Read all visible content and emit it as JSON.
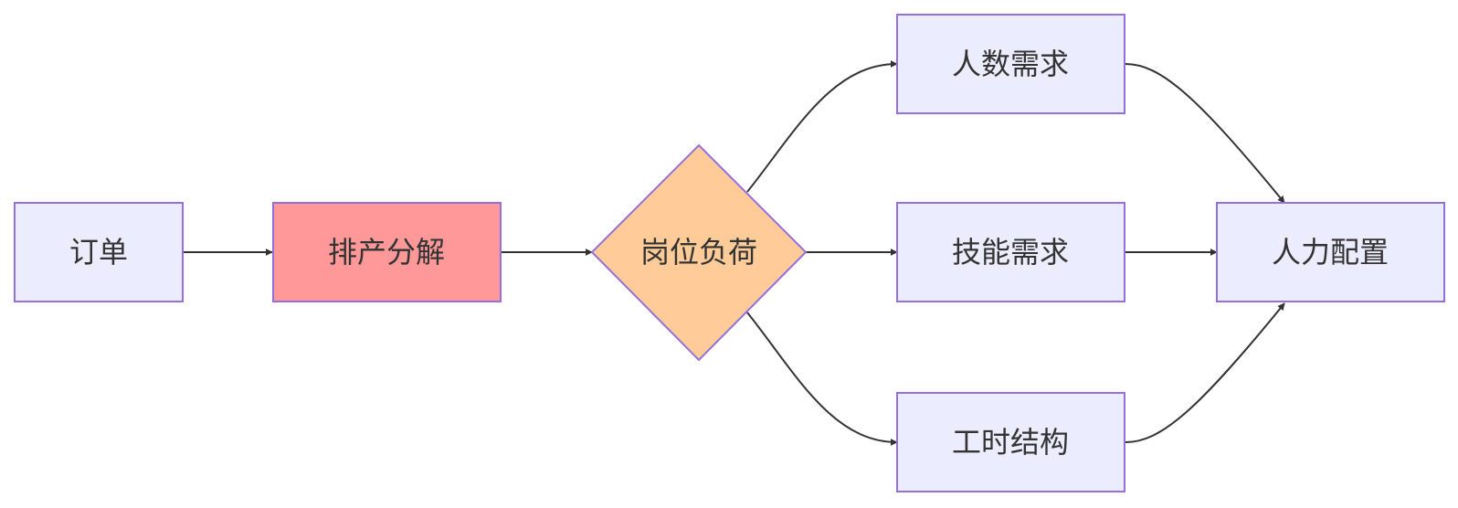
{
  "colors": {
    "node_fill": "#ececff",
    "node_stroke": "#9370db",
    "highlight_fill": "#ff9999",
    "decision_fill": "#ffcc99",
    "edge_color": "#333333",
    "text_color": "#333333"
  },
  "nodes": {
    "order": {
      "label": "订单"
    },
    "schedule": {
      "label": "排产分解"
    },
    "load": {
      "label": "岗位负荷"
    },
    "headcount": {
      "label": "人数需求"
    },
    "skill": {
      "label": "技能需求"
    },
    "hours": {
      "label": "工时结构"
    },
    "staffing": {
      "label": "人力配置"
    }
  },
  "edges": [
    {
      "from": "order",
      "to": "schedule"
    },
    {
      "from": "schedule",
      "to": "load"
    },
    {
      "from": "load",
      "to": "headcount"
    },
    {
      "from": "load",
      "to": "skill"
    },
    {
      "from": "load",
      "to": "hours"
    },
    {
      "from": "headcount",
      "to": "staffing"
    },
    {
      "from": "skill",
      "to": "staffing"
    },
    {
      "from": "hours",
      "to": "staffing"
    }
  ]
}
